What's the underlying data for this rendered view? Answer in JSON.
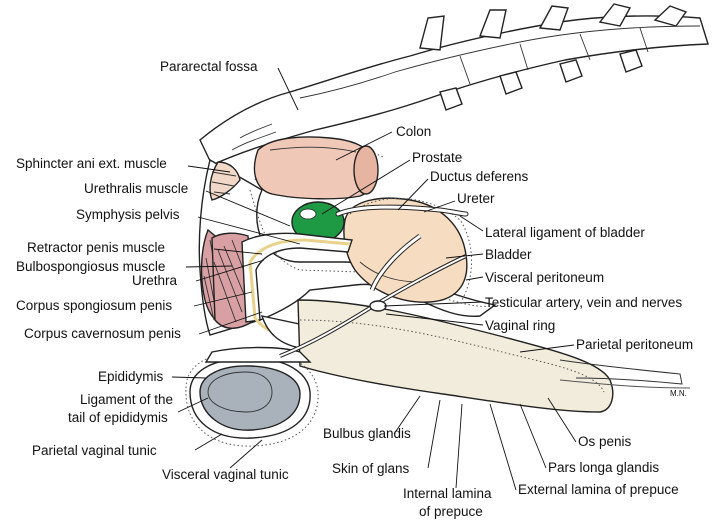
{
  "labels": {
    "pararectal_fossa": "Pararectal fossa",
    "colon": "Colon",
    "sphincter_ani": "Sphincter ani ext. muscle",
    "prostate": "Prostate",
    "ductus_deferens": "Ductus deferens",
    "urethralis_muscle": "Urethralis muscle",
    "ureter": "Ureter",
    "symphysis_pelvis": "Symphysis pelvis",
    "lateral_ligament": "Lateral ligament of bladder",
    "retractor_penis": "Retractor penis muscle",
    "bladder": "Bladder",
    "bulbospongiosus": "Bulbospongiosus muscle",
    "urethra": "Urethra",
    "visceral_peritoneum": "Visceral peritoneum",
    "corpus_spongiosum": "Corpus spongiosum penis",
    "testicular_artery": "Testicular artery, vein and nerves",
    "vaginal_ring": "Vaginal ring",
    "corpus_cavernosum": "Corpus cavernosum penis",
    "parietal_peritoneum": "Parietal peritoneum",
    "epididymis": "Epididymis",
    "ligament_tail_1": "Ligament of the",
    "ligament_tail_2": "tail of epididymis",
    "parietal_vaginal_tunic": "Parietal vaginal tunic",
    "bulbus_glandis": "Bulbus glandis",
    "os_penis": "Os penis",
    "visceral_vaginal_tunic": "Visceral vaginal tunic",
    "skin_of_glans": "Skin of glans",
    "pars_longa_glandis": "Pars longa glandis",
    "internal_lamina_1": "Internal lamina",
    "internal_lamina_2": "of prepuce",
    "external_lamina": "External lamina of prepuce",
    "signature": "M.N."
  },
  "colors": {
    "colon": "#f0c8b8",
    "prostate": "#1e9a45",
    "bladder": "#f6dcc0",
    "muscle": "#d9a0a4",
    "testis": "#a9b2bb",
    "urethra_line": "#e8d28c",
    "spine": "#ffffff"
  }
}
